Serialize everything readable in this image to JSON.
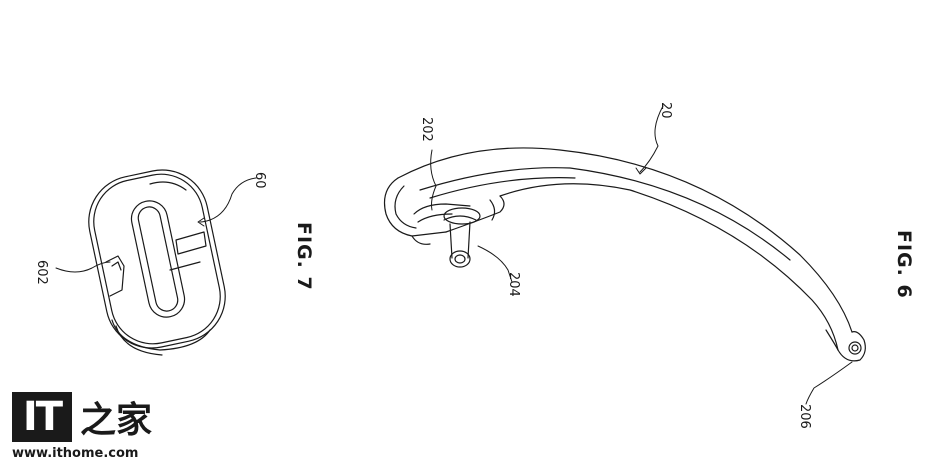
{
  "figures": {
    "fig6": {
      "label": "FIG. 6"
    },
    "fig7": {
      "label": "FIG. 7"
    }
  },
  "reference_numerals": {
    "r20": "20",
    "r202": "202",
    "r204": "204",
    "r206": "206",
    "r60": "60",
    "r602": "602"
  },
  "watermark": {
    "logo_text": "IT",
    "logo_cn": "之家",
    "url": "www.ithome.com"
  }
}
